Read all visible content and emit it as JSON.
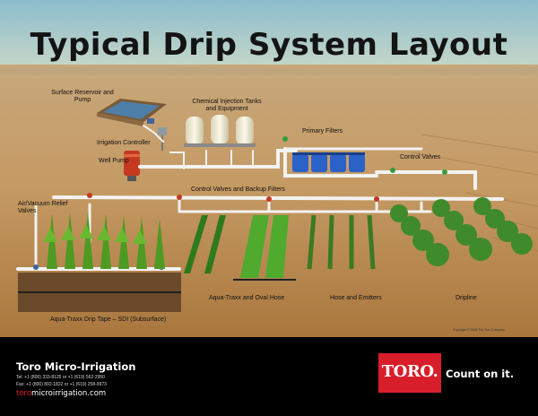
{
  "title": "Typical Drip System Layout",
  "labels": {
    "reservoir": "Surface Reservoir and Pump",
    "controller": "Irrigation Controller",
    "well_pump": "Well Pump",
    "chem_tanks": "Chemical Injection Tanks and Equipment",
    "primary_filters": "Primary Filters",
    "control_valves": "Control Valves",
    "valves_filters": "Control Valves and Backup Filters",
    "relief_valves": "Air/Vacuum Relief Valves",
    "drip_tape": "Aqua-Traxx Drip Tape – SDI (Subsurface)",
    "oval_hose": "Aqua-Traxx and Oval Hose",
    "hose_emitters": "Hose and Emitters",
    "dripline": "Dripline"
  },
  "copyright": "Copyright © 2006 The Toro Company",
  "footer": {
    "company": "Toro Micro-Irrigation",
    "tel": "Tel: +1 (800) 333-8125 or +1 (619) 562-2950",
    "fax": "Fax: +1 (800) 892-1822 or +1 (619) 258-9973",
    "url_prefix": "toro",
    "url_rest": "microirrigation.com",
    "logo_text": "TORO.",
    "tagline": "Count on it."
  },
  "colors": {
    "sky": "#86b6c8",
    "field": "#c8a070",
    "pipe": "#f4f4f4",
    "filter_blue": "#2a62c8",
    "brand_red": "#d81e2a"
  }
}
